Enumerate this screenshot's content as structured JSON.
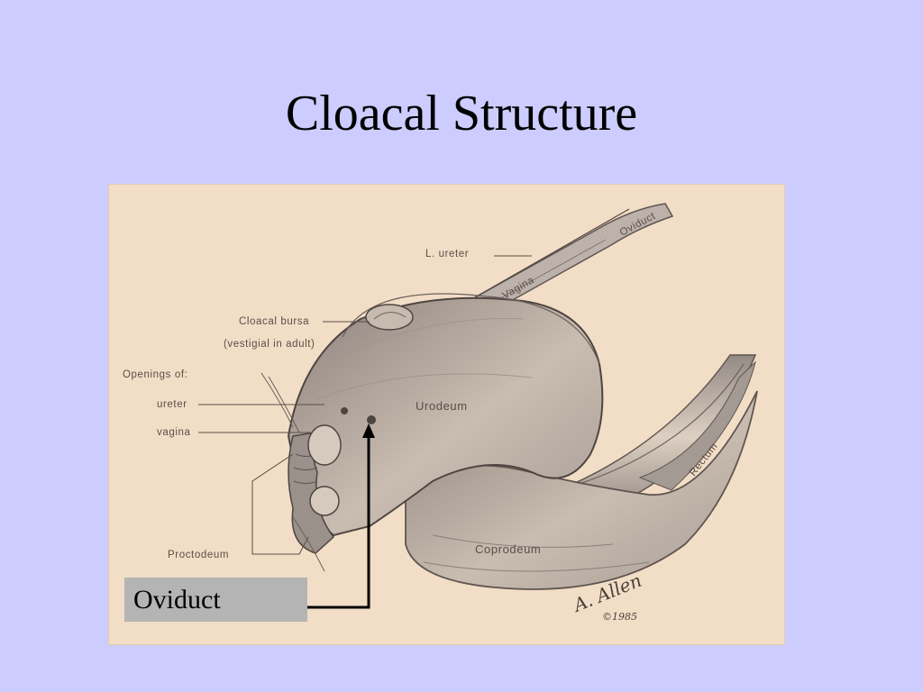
{
  "slide": {
    "title": "Cloacal Structure"
  },
  "diagram": {
    "labels": {
      "l_ureter": "L. ureter",
      "oviduct": "Oviduct",
      "vagina": "Vagina",
      "cloacal_bursa": "Cloacal bursa",
      "vestigial": "(vestigial in adult)",
      "openings_of": "Openings of:",
      "ureter": "ureter",
      "vagina_opening": "vagina",
      "urodeum": "Urodeum",
      "rectum": "Rectum",
      "coprodeum": "Coprodeum",
      "proctodeum": "Proctodeum"
    },
    "signature": {
      "name": "A. Allen",
      "year": "©1985"
    }
  },
  "callout": {
    "label": "Oviduct"
  }
}
